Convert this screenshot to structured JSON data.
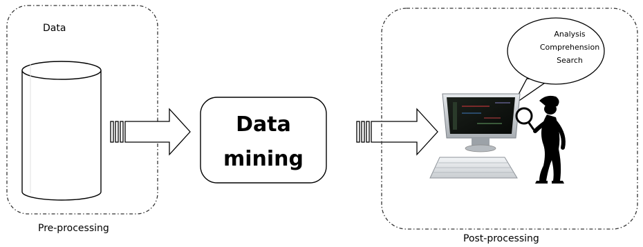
{
  "diagram": {
    "data_label": "Data",
    "pre_label": "Pre-processing",
    "post_label": "Post-processing",
    "mining_lines": [
      "Data",
      "mining"
    ],
    "bubble_lines": [
      "Analysis",
      "Comprehension",
      "Search"
    ]
  },
  "colors": {
    "stroke": "#000000",
    "dash_border": "#333333",
    "screen": "#0f120f",
    "monitor_frame": "#c8ccd0",
    "figure": "#000000"
  },
  "icons": {
    "database": "cylinder",
    "arrow": "hollow-arrow-with-tail-bars",
    "computer": "desktop-monitor-keyboard",
    "person": "silhouette-with-magnifier",
    "bubble": "speech-bubble"
  }
}
